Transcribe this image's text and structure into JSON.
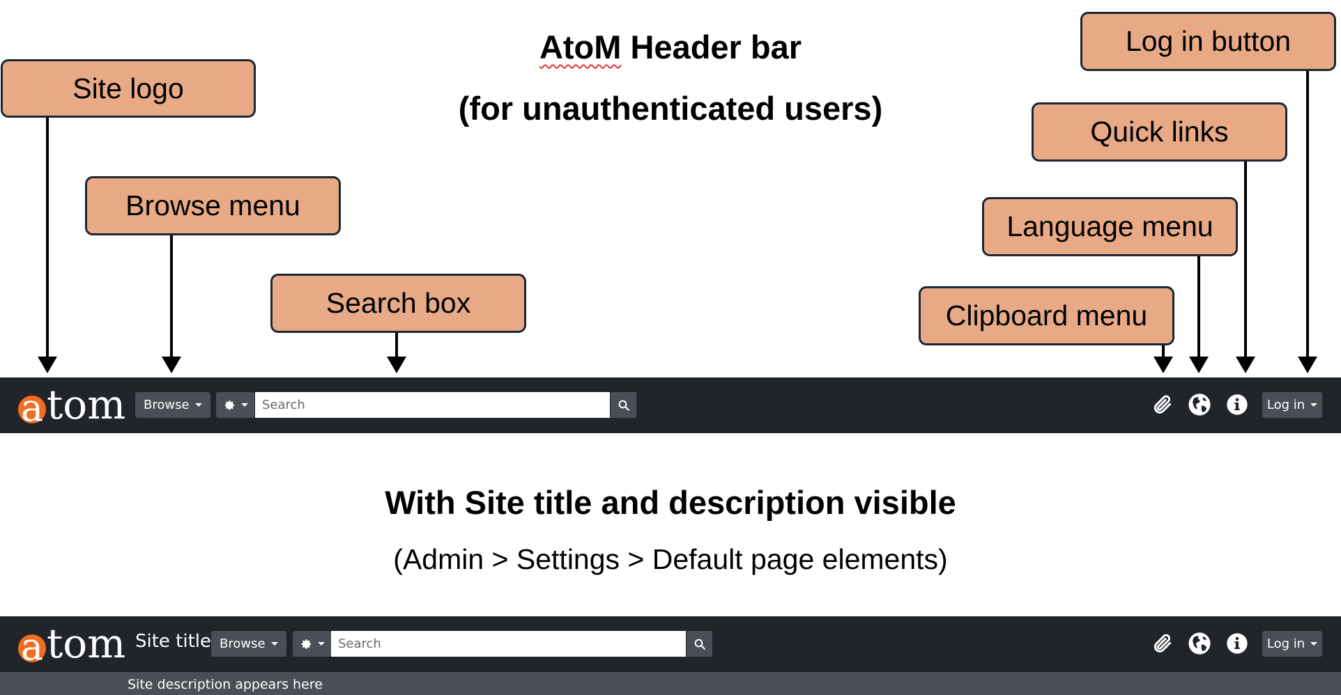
{
  "diagram": {
    "title_word": "AtoM",
    "title_rest": " Header bar",
    "subtitle": "(for unauthenticated users)",
    "section2_title": "With Site title and description visible",
    "section2_subtitle": "(Admin > Settings > Default page elements)"
  },
  "callouts": {
    "site_logo": "Site logo",
    "browse_menu": "Browse menu",
    "search_box": "Search box",
    "clipboard_menu": "Clipboard menu",
    "language_menu": "Language menu",
    "quick_links": "Quick links",
    "log_in_button": "Log in button"
  },
  "header": {
    "logo_first": "a",
    "logo_rest": "tom",
    "browse_label": "Browse",
    "search_placeholder": "Search",
    "login_label": "Log in",
    "site_title": "Site title",
    "site_description": "Site description appears here"
  },
  "colors": {
    "header_bg": "#212429",
    "button_bg": "#4a4e57",
    "logo_accent": "#f26d21",
    "callout_bg": "#e8aa86"
  },
  "icons": [
    "gear-icon",
    "search-icon",
    "paperclip-icon",
    "globe-icon",
    "info-icon"
  ]
}
